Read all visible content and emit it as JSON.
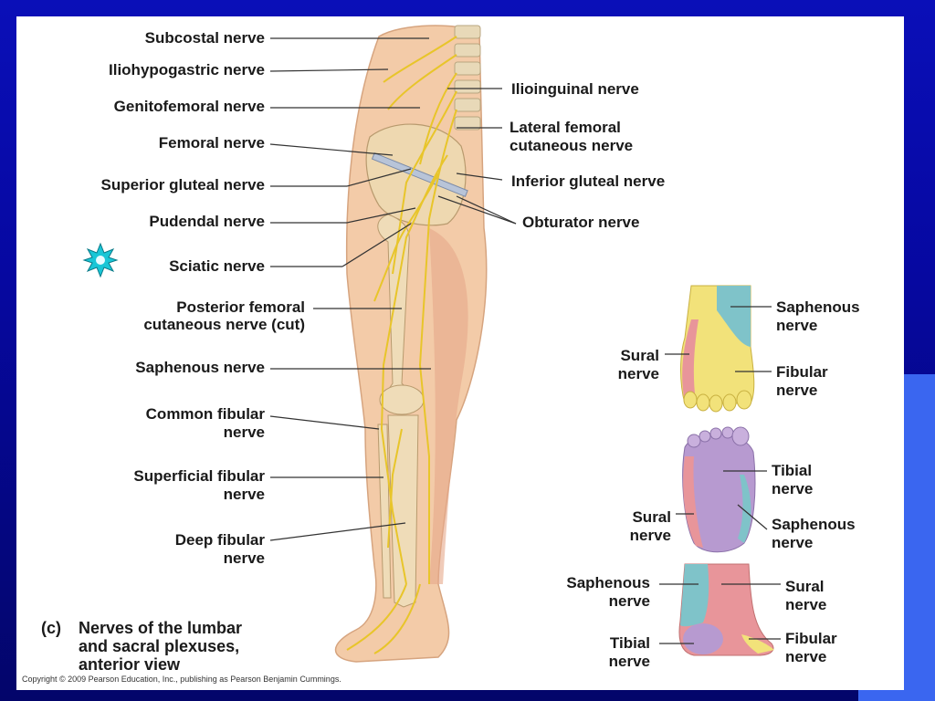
{
  "labels_left": [
    "Subcostal nerve",
    "Iliohypogastric nerve",
    "Genitofemoral nerve",
    "Femoral nerve",
    "Superior gluteal nerve",
    "Pudendal nerve",
    "Sciatic nerve",
    "Posterior femoral",
    "cutaneous nerve (cut)",
    "Saphenous nerve",
    "Common fibular",
    "nerve",
    "Superficial fibular",
    "nerve",
    "Deep fibular",
    "nerve"
  ],
  "labels_right": [
    "Ilioinguinal nerve",
    "Lateral femoral",
    "cutaneous nerve",
    "Inferior gluteal nerve",
    "Obturator nerve"
  ],
  "foot_top": {
    "saphenous": [
      "Saphenous",
      "nerve"
    ],
    "sural": [
      "Sural",
      "nerve"
    ],
    "fibular": [
      "Fibular",
      "nerve"
    ]
  },
  "foot_sole": {
    "tibial": [
      "Tibial",
      "nerve"
    ],
    "sural": [
      "Sural",
      "nerve"
    ],
    "saphenous": [
      "Saphenous",
      "nerve"
    ]
  },
  "ankle": {
    "saphenous": [
      "Saphenous",
      "nerve"
    ],
    "sural": [
      "Sural",
      "nerve"
    ],
    "tibial": [
      "Tibial",
      "nerve"
    ],
    "fibular": [
      "Fibular",
      "nerve"
    ]
  },
  "caption": [
    "(c)",
    "Nerves of the lumbar",
    "and sacral plexuses,",
    "anterior view"
  ],
  "copyright": "Copyright © 2009 Pearson Education, Inc., publishing as Pearson Benjamin Cummings.",
  "colors": {
    "saphenous": "#7fc3c9",
    "sural": "#e8959a",
    "fibular": "#f2e27a",
    "tibial": "#b79ad0",
    "nerve": "#f0d030"
  }
}
